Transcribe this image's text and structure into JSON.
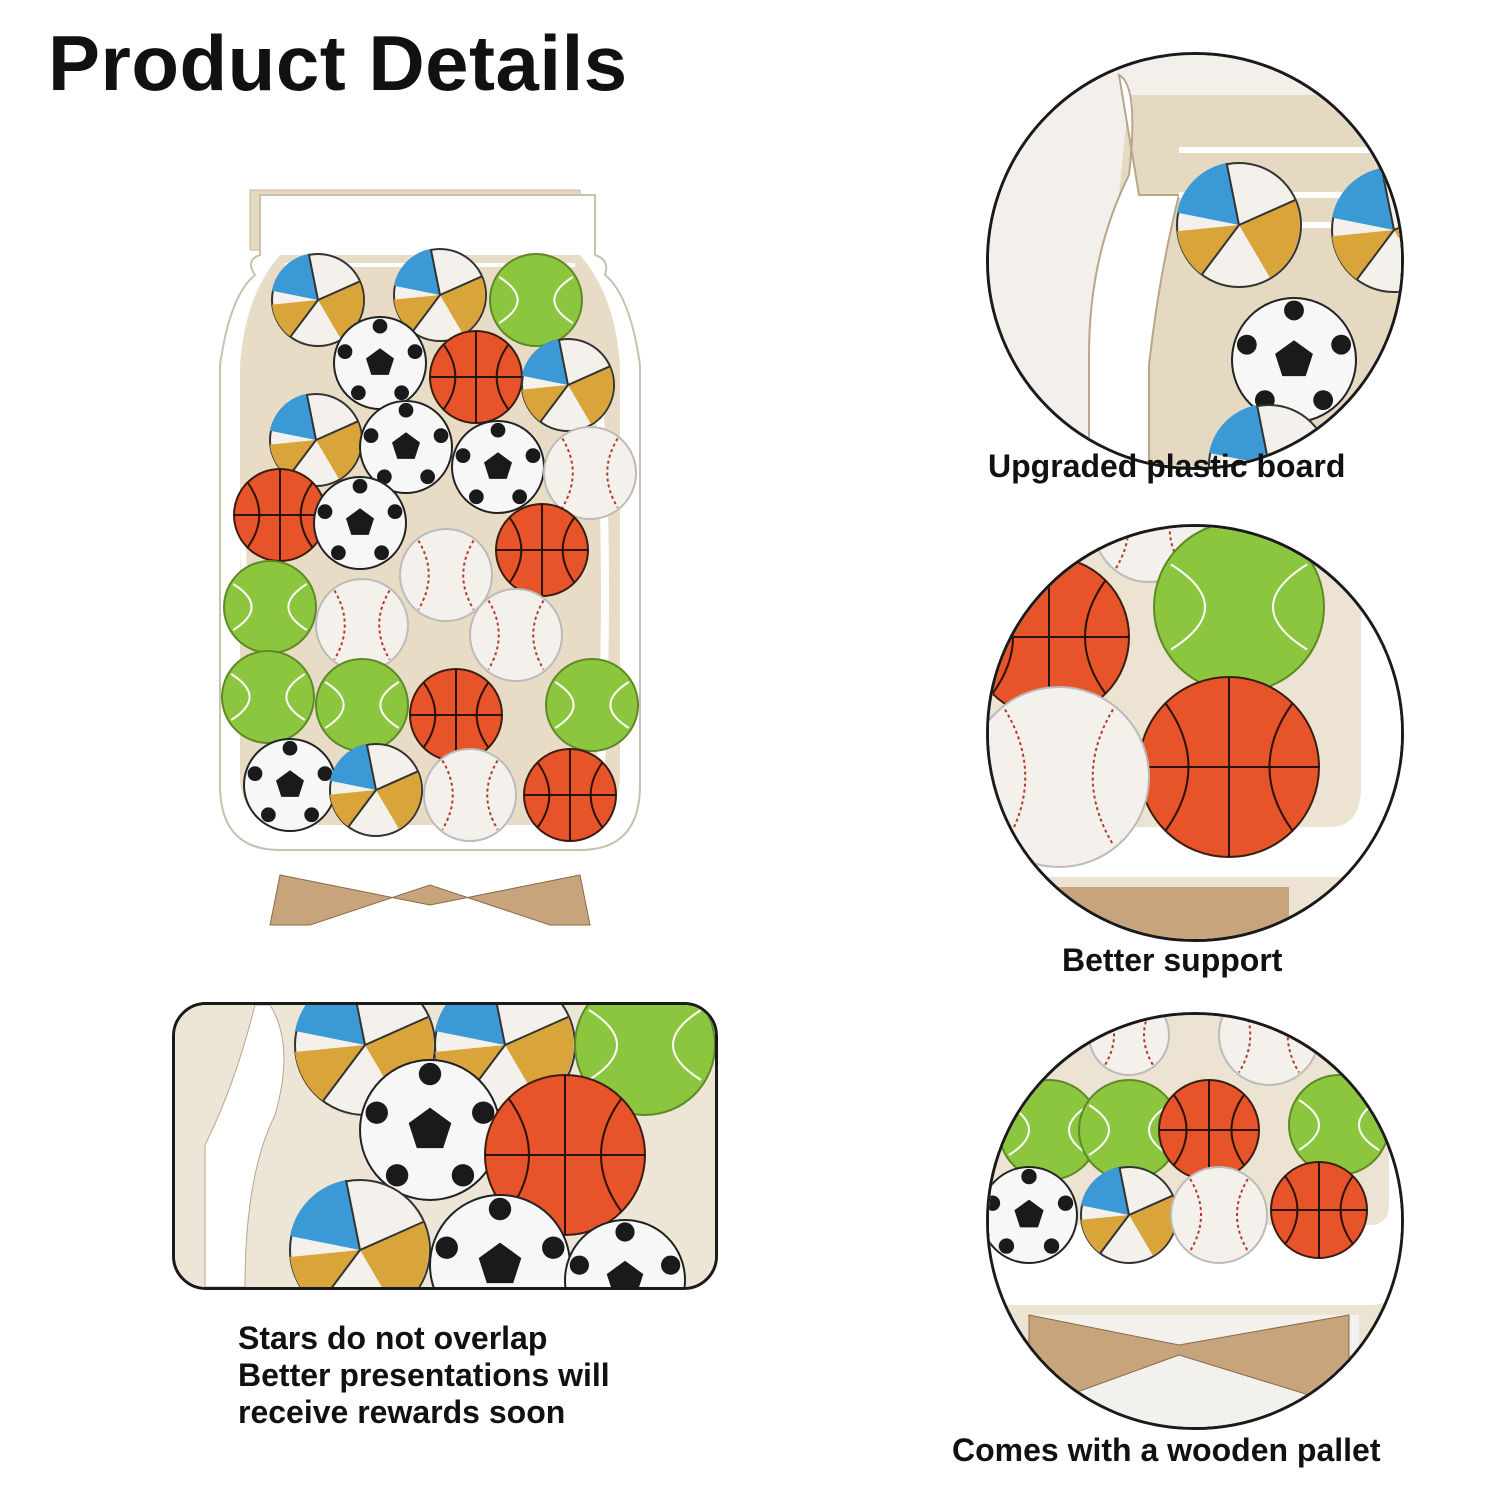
{
  "page": {
    "title": "Product Details"
  },
  "captions": {
    "plastic_board": "Upgraded plastic board",
    "support": "Better support",
    "pallet": "Comes with a wooden pallet",
    "detail_lines": [
      "Stars do not overlap",
      "Better presentations will",
      "receive rewards soon"
    ]
  },
  "colors": {
    "wood": "#e6d9c2",
    "frame": "#ffffff",
    "basketball": "#e8542a",
    "tennis": "#8cc63f",
    "volleyball_blue": "#3b9ad6",
    "volleyball_gold": "#d9a53a",
    "stand": "#c7a47c"
  }
}
